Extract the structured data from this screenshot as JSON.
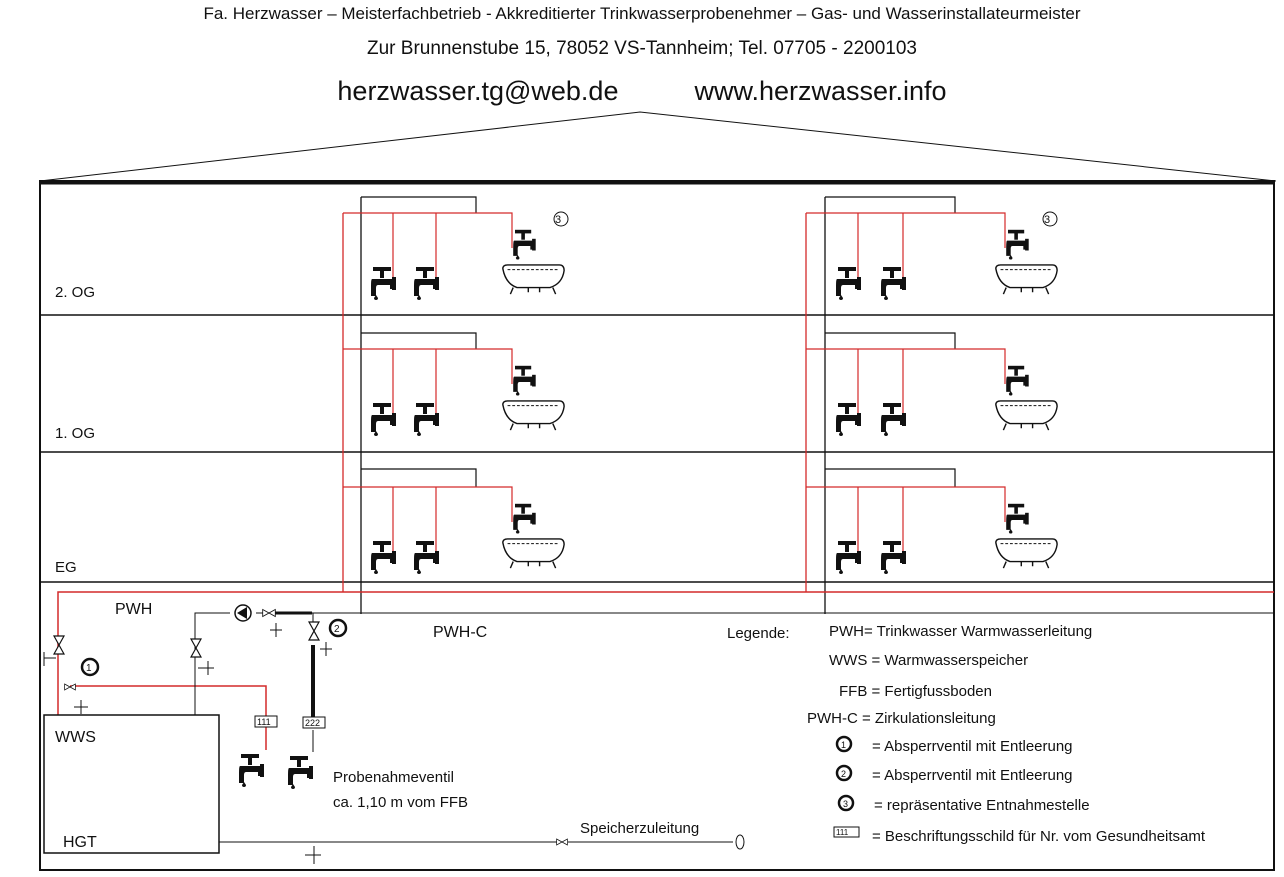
{
  "header": {
    "company_line": "Fa. Herzwasser – Meisterfachbetrieb - Akkreditierter Trinkwasserprobenehmer – Gas-  und Wasserinstallateurmeister",
    "address_line": "Zur Brunnenstube 15, 78052 VS-Tannheim;  Tel. 07705 - 2200103",
    "email": "herzwasser.tg@web.de",
    "website": "www.herzwasser.info"
  },
  "floors": [
    "2. OG",
    "1. OG",
    "EG"
  ],
  "basement": {
    "pwh": "PWH",
    "pwh_c": "PWH-C",
    "wws": "WWS",
    "hgt": "HGT",
    "marker_1": "1",
    "marker_2": "2",
    "marker_3": "3",
    "tag_111": "111",
    "tag_222": "222",
    "sample_valve": "Probenahmeventil",
    "sample_height": "ca. 1,10 m vom FFB",
    "supply": "Speicherzuleitung"
  },
  "legend": {
    "title": "Legende:",
    "items": [
      "PWH= Trinkwasser Warmwasserleitung",
      "WWS = Warmwasserspeicher",
      "FFB = Fertigfussboden",
      "PWH-C = Zirkulationsleitung",
      "= Absperrventil mit Entleerung",
      "= Absperrventil mit Entleerung",
      "= repräsentative Entnahmestelle",
      "= Beschriftungsschild für Nr. vom Gesundheitsamt"
    ],
    "symbols": [
      "1",
      "2",
      "3",
      "111"
    ]
  },
  "colors": {
    "hot_water": "#d42a2a",
    "circulation": "#111111"
  }
}
